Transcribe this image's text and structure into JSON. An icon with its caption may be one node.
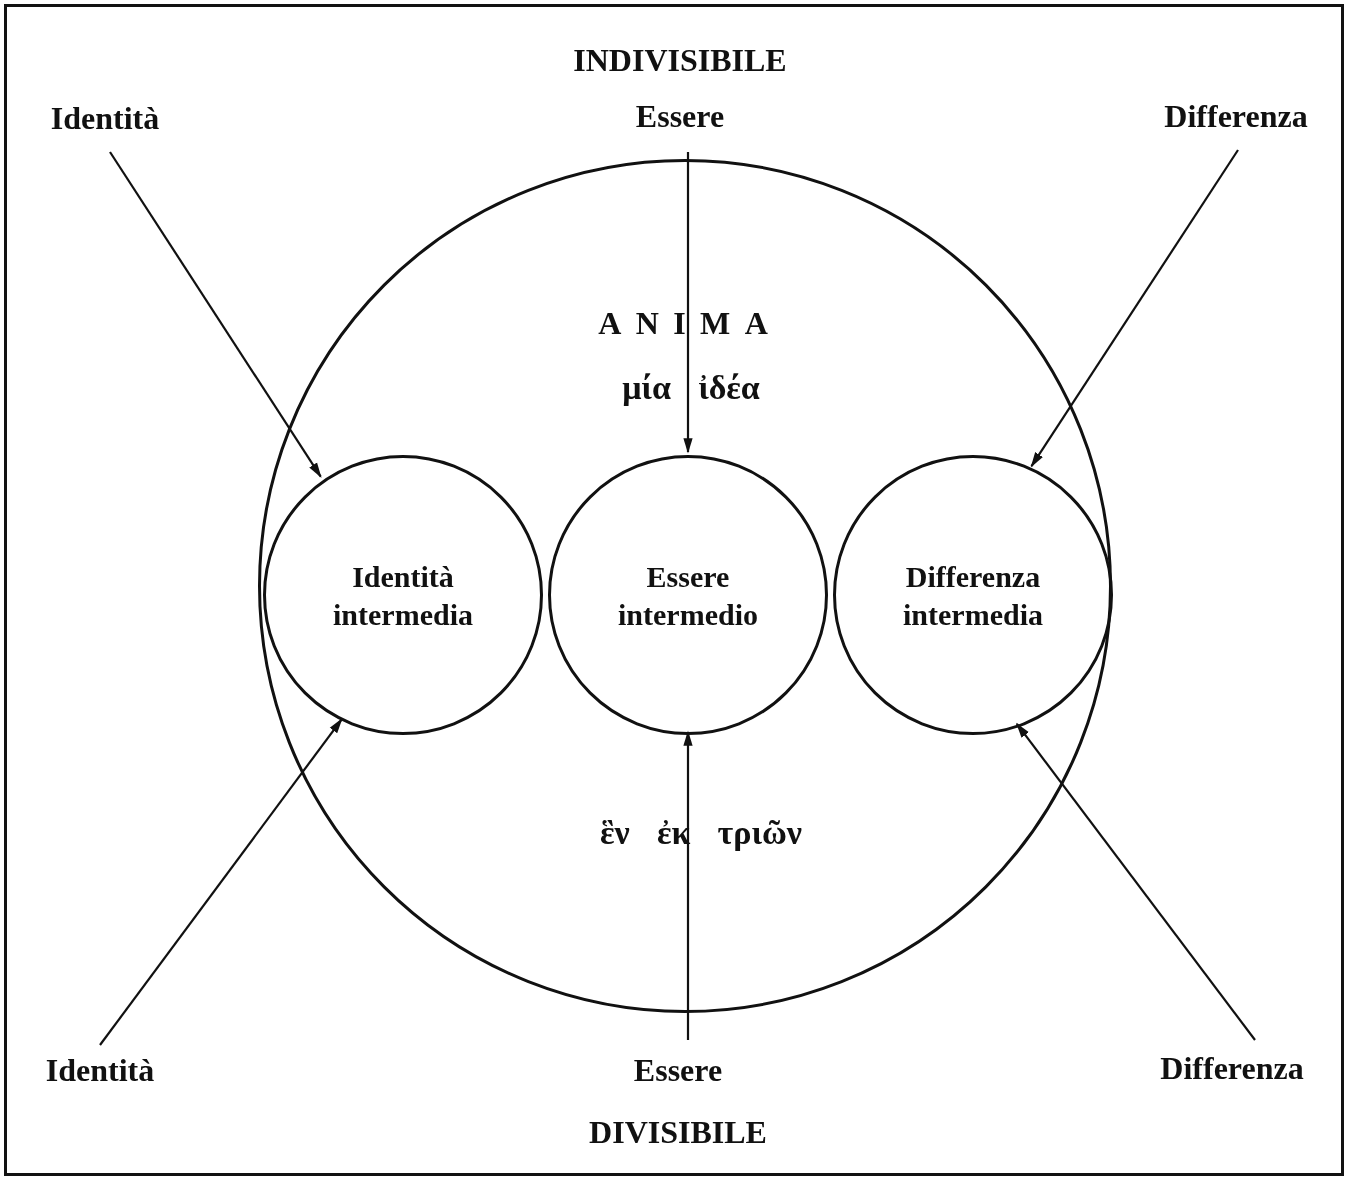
{
  "diagram": {
    "nodes": [
      {
        "text": [
          "Identità"
        ]
      },
      {
        "text": [
          "Essere"
        ]
      },
      {
        "text": [
          "Differenza"
        ]
      },
      {
        "text": [
          "ANIMA",
          "μία ἰδέα",
          "ἓν ἐκ τριῶν"
        ]
      },
      {
        "text": [
          "Identità intermedia"
        ],
        "in": 3
      },
      {
        "text": [
          "Essere intermedio"
        ],
        "in": 3
      },
      {
        "text": [
          "Differenza intermedia"
        ],
        "in": 3
      },
      {
        "text": [
          "Identità"
        ]
      },
      {
        "text": [
          "Essere"
        ]
      },
      {
        "text": [
          "Differenza"
        ]
      }
    ],
    "edges": [
      {
        "from": 0,
        "to": 4,
        "arrow": "to"
      },
      {
        "from": 1,
        "to": 5,
        "arrow": "to"
      },
      {
        "from": 2,
        "to": 6,
        "arrow": "to"
      },
      {
        "from": 7,
        "to": 4,
        "arrow": "to"
      },
      {
        "from": 8,
        "to": 5,
        "arrow": "to"
      },
      {
        "from": 9,
        "to": 6,
        "arrow": "to"
      }
    ],
    "labels": [
      "INDIVISIBILE",
      "DIVISIBILE"
    ]
  }
}
